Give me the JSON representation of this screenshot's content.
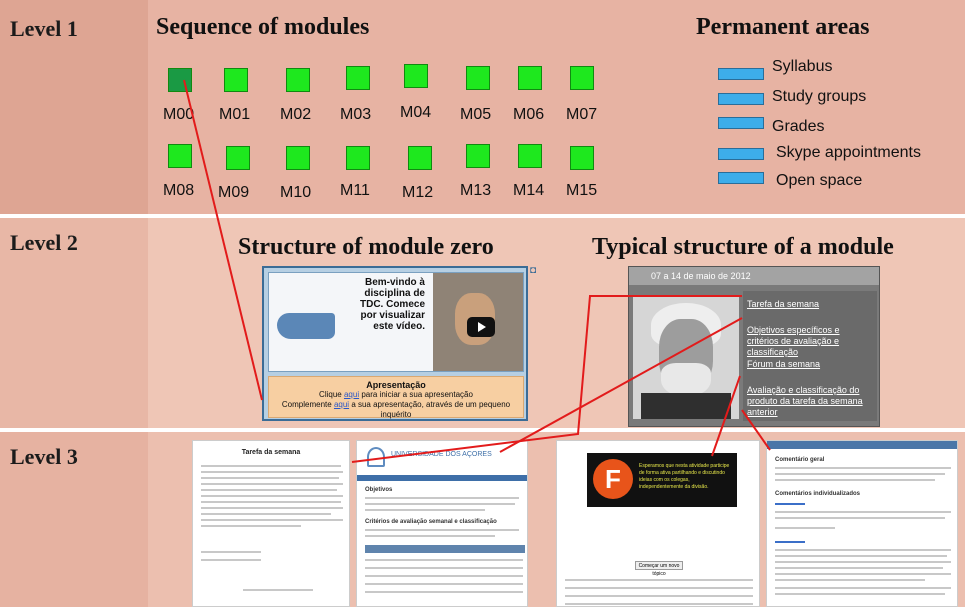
{
  "levels": [
    "Level 1",
    "Level 2",
    "Level 3"
  ],
  "level1": {
    "heading": "Sequence of modules",
    "modules_row1": [
      "M00",
      "M01",
      "M02",
      "M03",
      "M04",
      "M05",
      "M06",
      "M07"
    ],
    "modules_row2": [
      "M08",
      "M09",
      "M10",
      "M11",
      "M12",
      "M13",
      "M14",
      "M15"
    ],
    "current_module": "M00",
    "permanent_heading": "Permanent areas",
    "permanent_items": [
      "Syllabus",
      "Study groups",
      "Grades",
      "Skype appointments",
      "Open space"
    ]
  },
  "level2": {
    "module_zero_heading": "Structure of module zero",
    "typical_heading": "Typical structure of a module",
    "module_zero": {
      "welcome": "Bem-vindo à disciplina de TDC. Comece por visualizar este vídeo.",
      "info_title": "Apresentação",
      "info_line1_pre": "Clique",
      "info_line1_link": "aqui",
      "info_line1_post": "para iniciar a sua apresentação",
      "info_line2_pre": "Complemente",
      "info_line2_link": "aqui",
      "info_line2_post": "a sua apresentação, através de um pequeno inquérito"
    },
    "typical": {
      "date_range": "07 a 14 de maio de 2012",
      "links": [
        "Tarefa da semana",
        "Objetivos específicos e critérios de avaliação e classificação",
        "Fórum da semana",
        "Avaliação e classificação do produto da tarefa da semana anterior"
      ]
    }
  },
  "level3": {
    "task_title": "Tarefa da semana",
    "university": "UNIVERSIDADE DOS AÇORES",
    "objectives_heading": "Objetivos",
    "criteria_heading": "Critérios de avaliação semanal e classificação",
    "forum_letter": "F",
    "forum_text": "Esperamos que nesta atividade participe de forma ativa partilhando e discutindo ideias com os colegas, independentemente da divisão.",
    "forum_button": "Começar um novo tópico",
    "general_comment": "Comentário geral",
    "individual_comment": "Comentários individualizados"
  },
  "colors": {
    "band1": "#e7b3a3",
    "band2": "#efc6b6",
    "band3": "#ecbfaf",
    "module_box": "#1ee81e",
    "current_module_box": "#1a9a44",
    "permanent_box": "#3dadea",
    "connector": "#e21b1b"
  }
}
